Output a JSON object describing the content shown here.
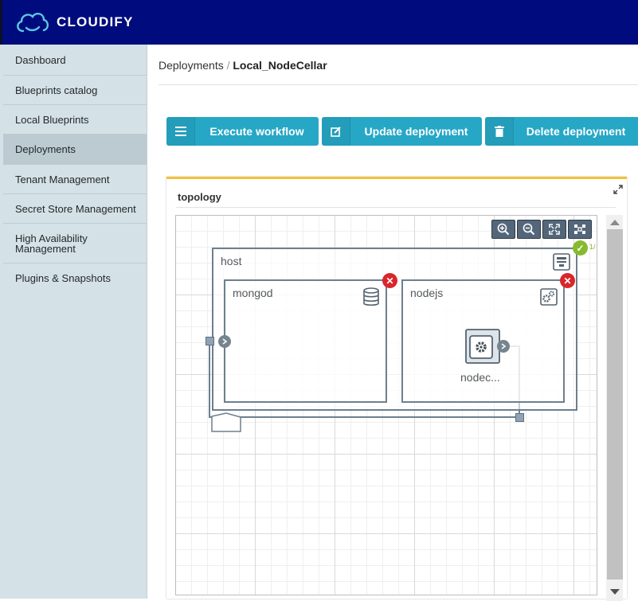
{
  "header": {
    "brand": "CLOUDIFY",
    "bg_color": "#000c7d"
  },
  "sidebar": {
    "items": [
      {
        "label": "Dashboard"
      },
      {
        "label": "Blueprints catalog"
      },
      {
        "label": "Local Blueprints"
      },
      {
        "label": "Deployments",
        "active": true
      },
      {
        "label": "Tenant Management"
      },
      {
        "label": "Secret Store Management"
      },
      {
        "label": "High Availability Management"
      },
      {
        "label": "Plugins & Snapshots"
      }
    ]
  },
  "breadcrumb": {
    "parent": "Deployments",
    "separator": "/",
    "current": "Local_NodeCellar"
  },
  "actions": {
    "execute_label": "Execute workflow",
    "update_label": "Update deployment",
    "delete_label": "Delete deployment",
    "accent_color": "#26a7c6"
  },
  "topology": {
    "title": "topology",
    "toolbar": [
      "zoom-in-icon",
      "zoom-out-icon",
      "fit-icon",
      "layout-icon"
    ],
    "nodes": {
      "host": {
        "label": "host",
        "status": "ok",
        "count_text": "1/"
      },
      "mongod": {
        "label": "mongod",
        "status": "error"
      },
      "nodejs": {
        "label": "nodejs",
        "status": "error"
      },
      "nodecellar": {
        "label": "nodec..."
      }
    },
    "colors": {
      "error": "#d9262b",
      "ok": "#86ba2f",
      "frame": "#f3c13a"
    }
  }
}
